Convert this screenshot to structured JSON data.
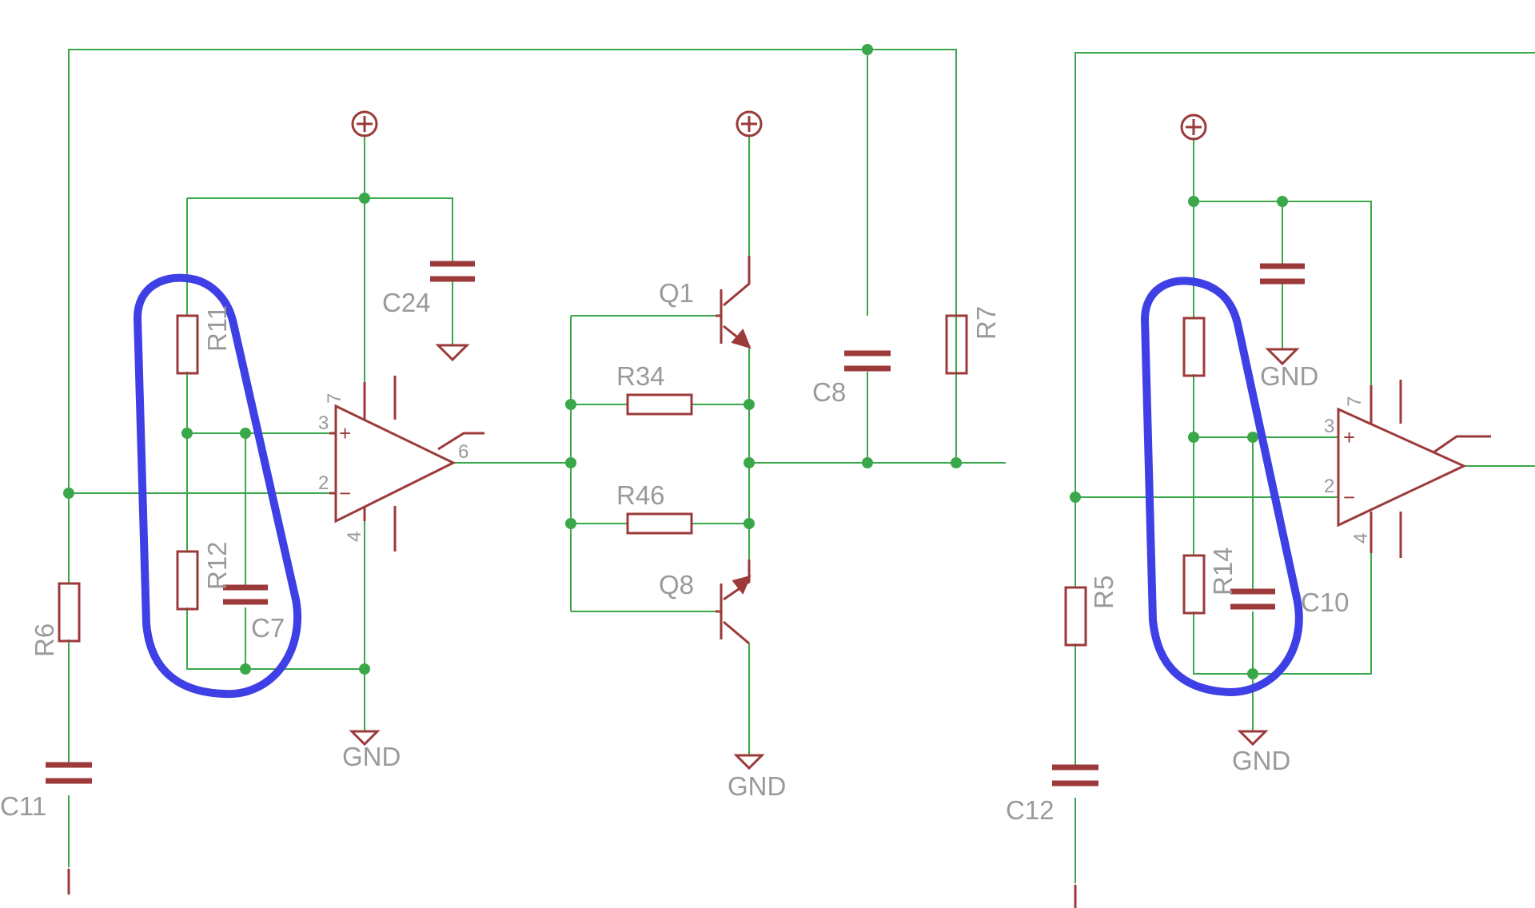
{
  "labels": {
    "c24": "C24",
    "r11": "R11",
    "r12": "R12",
    "c7": "C7",
    "r6": "R6",
    "c11": "C11",
    "gnd_left": "GND",
    "q1": "Q1",
    "r34": "R34",
    "r46": "R46",
    "q8": "Q8",
    "gnd_mid": "GND",
    "c8": "C8",
    "r7": "R7",
    "gnd_right_top": "GND",
    "r14": "R14",
    "c10": "C10",
    "r5": "R5",
    "c12": "C12",
    "gnd_right_bottom": "GND"
  },
  "pins": {
    "u1_p7": "7",
    "u1_p3": "3",
    "u1_p2": "2",
    "u1_p4": "4",
    "u1_p6": "6",
    "u2_p7": "7",
    "u2_p3": "3",
    "u2_p2": "2",
    "u2_p4": "4"
  },
  "symbols": {
    "plus": "+",
    "minus": "−"
  },
  "colors": {
    "wire": "#3aa84a",
    "component": "#9c3a3a",
    "label": "#9a9a9a",
    "highlight": "#3f3fe6"
  }
}
